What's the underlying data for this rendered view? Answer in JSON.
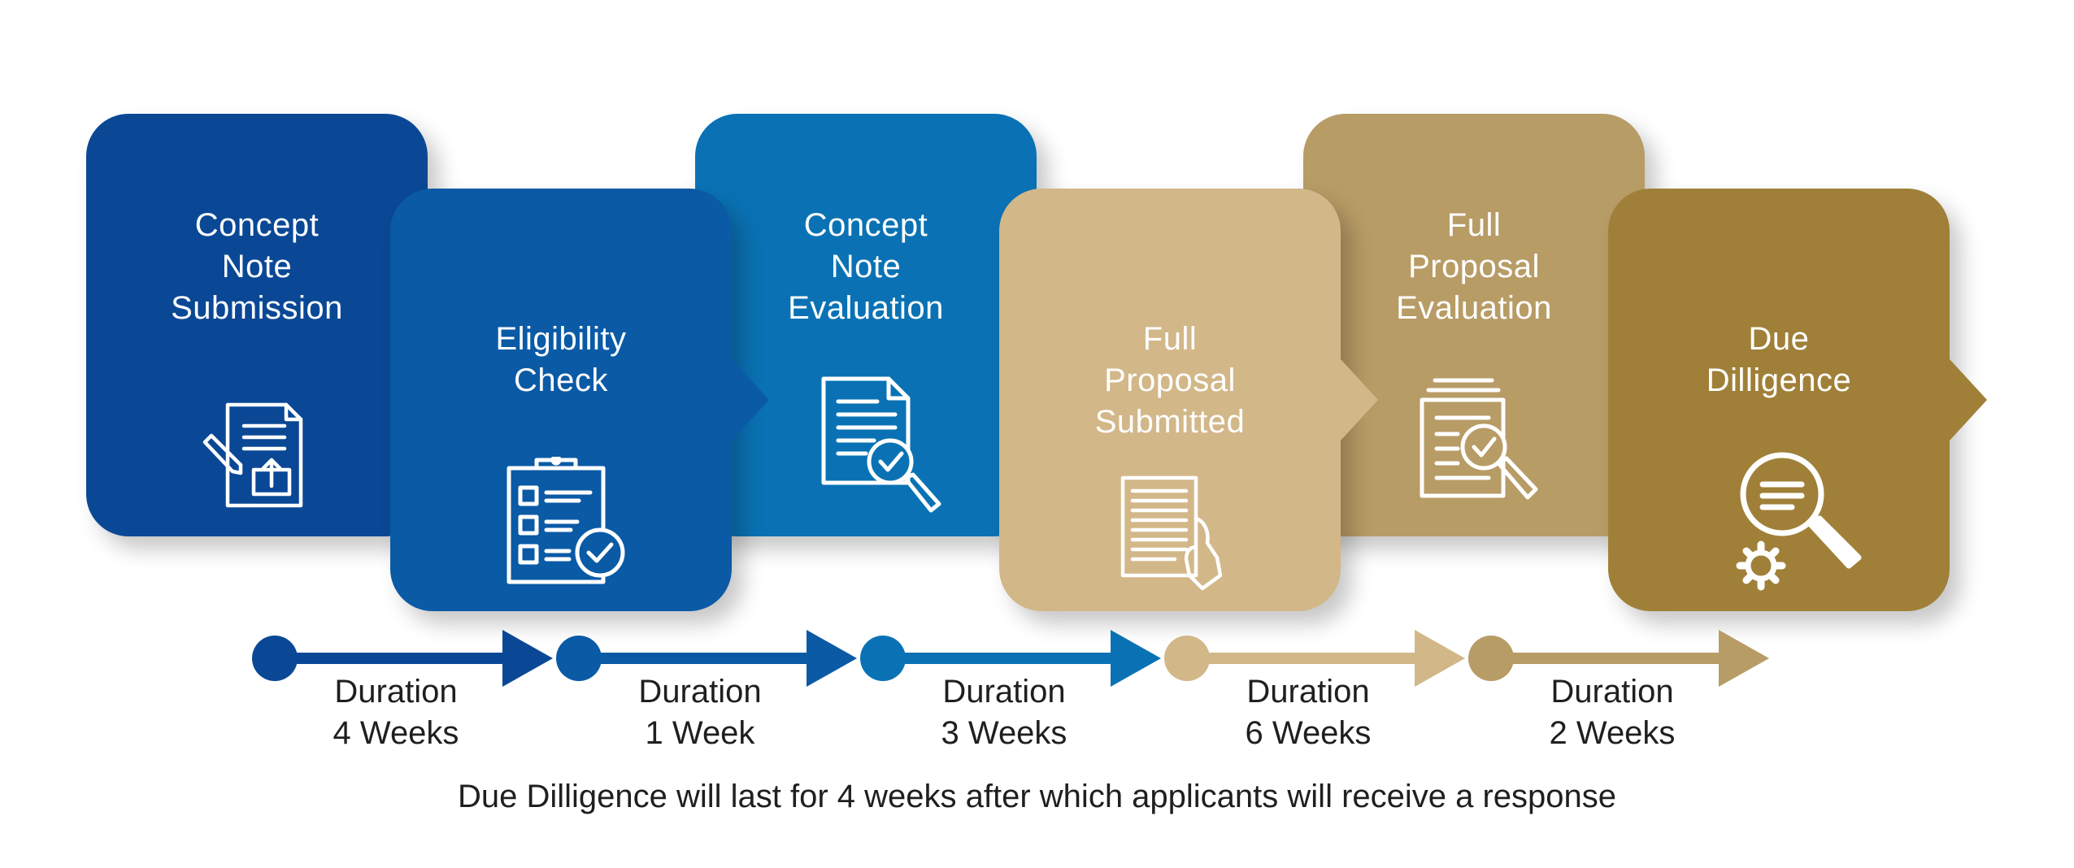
{
  "stages": [
    {
      "label": "Concept\nNote\nSubmission",
      "color": "#0a4896",
      "icon": "document-upload-icon"
    },
    {
      "label": "Eligibility\nCheck",
      "color": "#0a5aa6",
      "icon": "clipboard-checklist-icon"
    },
    {
      "label": "Concept\nNote\nEvaluation",
      "color": "#0a72b4",
      "icon": "document-search-check-icon"
    },
    {
      "label": "Full\nProposal\nSubmitted",
      "color": "#d2b788",
      "icon": "hand-holding-document-icon"
    },
    {
      "label": "Full\nProposal\nEvaluation",
      "color": "#b89c66",
      "icon": "stacked-documents-magnifier-icon"
    },
    {
      "label": "Due\nDilligence",
      "color": "#a08038",
      "icon": "magnifier-gear-icon"
    }
  ],
  "durations": [
    {
      "text": "Duration\n4 Weeks",
      "color": "#0a4896"
    },
    {
      "text": "Duration\n1 Week",
      "color": "#0a5aa6"
    },
    {
      "text": "Duration\n3 Weeks",
      "color": "#0a72b4"
    },
    {
      "text": "Duration\n6 Weeks",
      "color": "#d2b788"
    },
    {
      "text": "Duration\n2 Weeks",
      "color": "#b89c66"
    }
  ],
  "footnote": "Due Dilligence will last for 4 weeks after which applicants will receive a response"
}
